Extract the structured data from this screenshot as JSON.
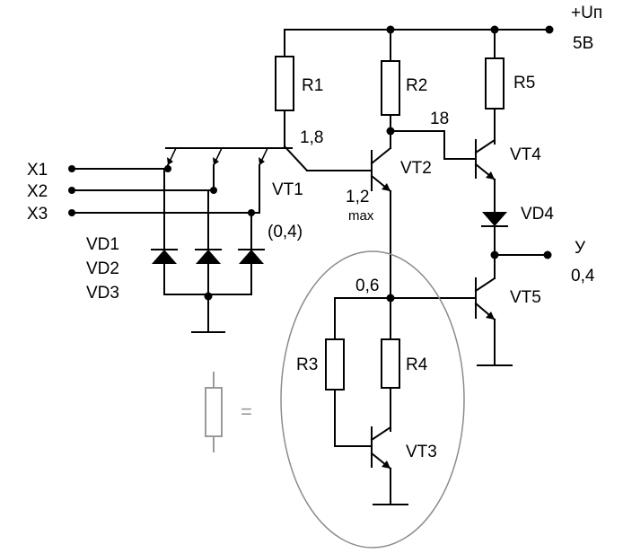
{
  "supply": {
    "name": "+Uп",
    "voltage": "5В"
  },
  "inputs": [
    "X1",
    "X2",
    "X3"
  ],
  "resistors": {
    "r1": "R1",
    "r2": "R2",
    "r3": "R3",
    "r4": "R4",
    "r5": "R5"
  },
  "transistors": {
    "vt1": "VT1",
    "vt2": "VT2",
    "vt3": "VT3",
    "vt4": "VT4",
    "vt5": "VT5"
  },
  "diodes": {
    "vd1": "VD1",
    "vd2": "VD2",
    "vd3": "VD3",
    "vd4": "VD4"
  },
  "voltages": {
    "base_vt1": "1,8",
    "emitter_vt1": "(0,4)",
    "collector_vt2": "18",
    "emitter_vt2": "1,2",
    "emitter_vt2_note": "max",
    "node_r3_r4": "0,6",
    "output": "0,4"
  },
  "output_label": "У",
  "legend_equals": "=",
  "colors": {
    "wire": "#000000",
    "highlight": "#9a9a9a",
    "background": "#ffffff"
  }
}
